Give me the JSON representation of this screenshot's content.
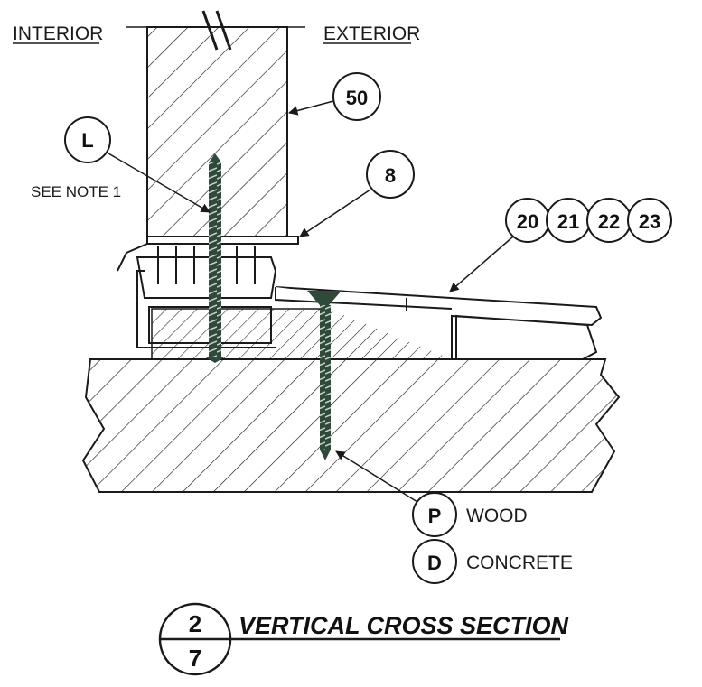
{
  "labels": {
    "interior": "INTERIOR",
    "exterior": "EXTERIOR",
    "see_note": "SEE NOTE 1",
    "wood": "WOOD",
    "concrete": "CONCRETE"
  },
  "callouts": {
    "c50": "50",
    "c8": "8",
    "cL": "L",
    "c20": "20",
    "c21": "21",
    "c22": "22",
    "c23": "23",
    "cP": "P",
    "cD": "D"
  },
  "title": {
    "detail_number": "2",
    "sheet_number": "7",
    "text": "VERTICAL CROSS SECTION"
  },
  "colors": {
    "ink": "#1a1a1a",
    "screw": "#2f4a3a",
    "paper": "#ffffff"
  }
}
